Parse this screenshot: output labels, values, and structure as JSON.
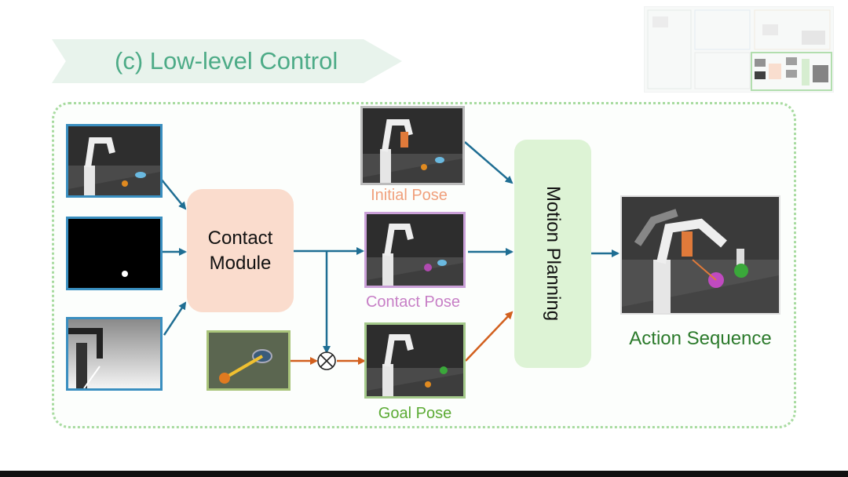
{
  "title": "(c) Low-level Control",
  "contact_module": {
    "line1": "Contact",
    "line2": "Module"
  },
  "motion_planning": "Motion Planning",
  "labels": {
    "initial_pose": "Initial Pose",
    "contact_pose": "Contact Pose",
    "goal_pose": "Goal Pose",
    "action_sequence": "Action Sequence"
  },
  "colors": {
    "title": "#4dab87",
    "banner": "#e8f3ec",
    "dashed_border": "#a8dba0",
    "contact_module": "#fadccd",
    "motion_planning": "#ddf3d5",
    "blue_arrow": "#1f6e93",
    "orange_arrow": "#d2601e",
    "initial_pose": "#f0a07c",
    "contact_pose": "#c77fc6",
    "goal_pose": "#5cab35",
    "action_sequence": "#2b7a2b"
  },
  "icons": [
    "multiply-junction-icon",
    "arrow-icon"
  ]
}
